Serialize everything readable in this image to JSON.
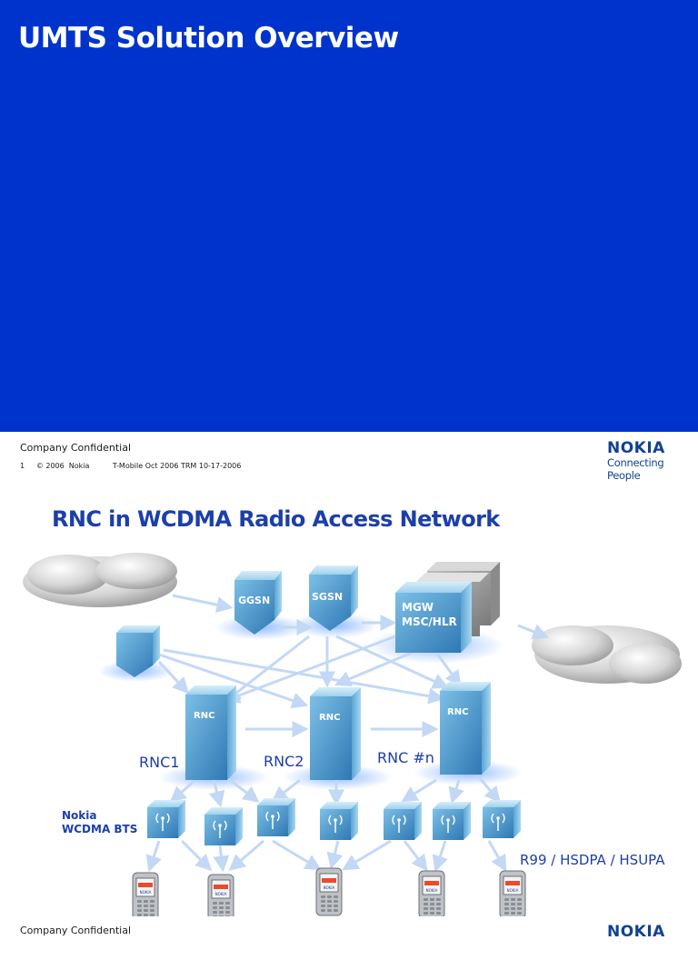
{
  "slide1": {
    "title": "UMTS Solution Overview",
    "background_color": "#0033cc"
  },
  "footer": {
    "confidentiality": "Company Confidential",
    "page_number": "1",
    "copyright": "© 2006  Nokia",
    "document_ref": "T-Mobile Oct 2006 TRM 10-17-2006",
    "logo_word": "NOKIA",
    "logo_tagline": "Connecting People"
  },
  "slide2": {
    "title": "RNC in WCDMA Radio Access Network",
    "nodes": {
      "ggsn": "GGSN",
      "sgsn": "SGSN",
      "mgw": "MGW",
      "msc_hlr": "MSC/HLR",
      "rnc_box": "RNC"
    },
    "rnc_labels": [
      "RNC1",
      "RNC2",
      "RNC #n"
    ],
    "bts_label_line1": "Nokia",
    "bts_label_line2": "WCDMA BTS",
    "radio_label": "R99 / HSDPA / HSUPA",
    "phone_brand": "NOKIA"
  },
  "colors": {
    "accent_blue": "#1c3fa8",
    "box_blue": "#4a9fd0",
    "arrow": "#c3d8f5"
  }
}
